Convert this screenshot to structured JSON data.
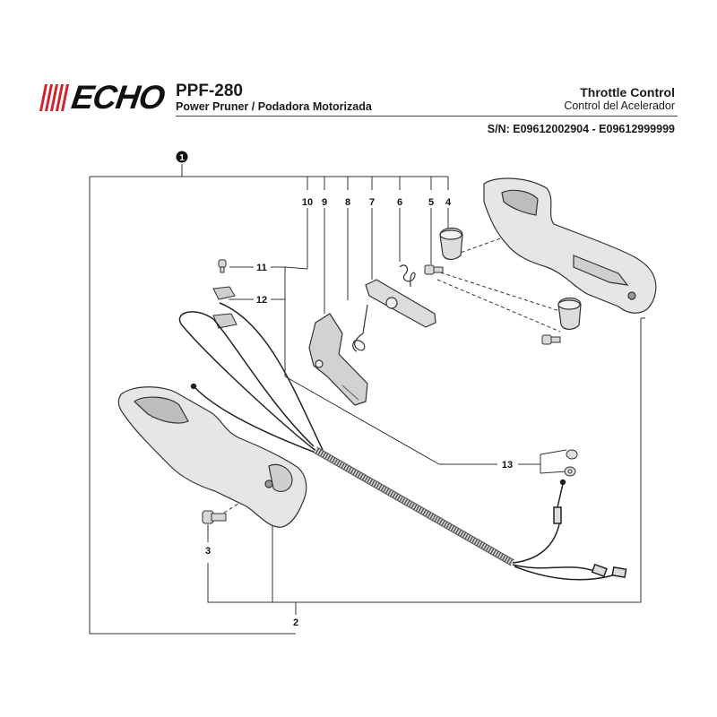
{
  "header": {
    "brand": "ECHO",
    "model": "PPF-280",
    "product_name": "Power Pruner / Podadora Motorizada",
    "section_title": "Throttle Control",
    "section_title_es": "Control del Acelerador",
    "serial_range": "S/N: E09612002904 - E09612999999"
  },
  "brand_color": "#d2232a",
  "callouts": {
    "c1": "1",
    "c2": "2",
    "c3": "3",
    "c4": "4",
    "c5": "5",
    "c6": "6",
    "c7": "7",
    "c8": "8",
    "c9": "9",
    "c10": "10",
    "c11": "11",
    "c12": "12",
    "c13": "13"
  }
}
